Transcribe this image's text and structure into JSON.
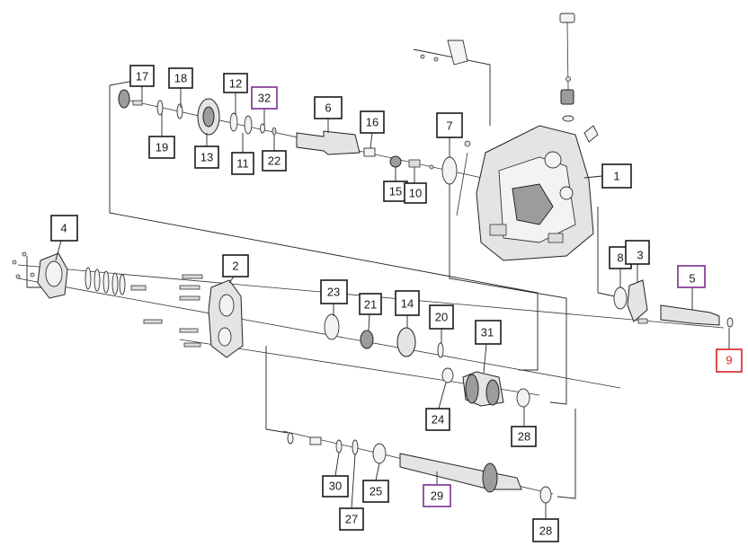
{
  "callouts": [
    {
      "label": "17",
      "style": "normal"
    },
    {
      "label": "18",
      "style": "normal"
    },
    {
      "label": "12",
      "style": "normal"
    },
    {
      "label": "32",
      "style": "purple"
    },
    {
      "label": "6",
      "style": "normal"
    },
    {
      "label": "16",
      "style": "normal"
    },
    {
      "label": "7",
      "style": "normal"
    },
    {
      "label": "19",
      "style": "normal"
    },
    {
      "label": "13",
      "style": "normal"
    },
    {
      "label": "11",
      "style": "normal"
    },
    {
      "label": "22",
      "style": "normal"
    },
    {
      "label": "15",
      "style": "normal"
    },
    {
      "label": "10",
      "style": "normal"
    },
    {
      "label": "1",
      "style": "normal"
    },
    {
      "label": "4",
      "style": "normal"
    },
    {
      "label": "2",
      "style": "normal"
    },
    {
      "label": "8",
      "style": "normal"
    },
    {
      "label": "3",
      "style": "normal"
    },
    {
      "label": "5",
      "style": "purple"
    },
    {
      "label": "9",
      "style": "red"
    },
    {
      "label": "23",
      "style": "normal"
    },
    {
      "label": "21",
      "style": "normal"
    },
    {
      "label": "14",
      "style": "normal"
    },
    {
      "label": "20",
      "style": "normal"
    },
    {
      "label": "31",
      "style": "normal"
    },
    {
      "label": "24",
      "style": "normal"
    },
    {
      "label": "28",
      "style": "normal"
    },
    {
      "label": "30",
      "style": "normal"
    },
    {
      "label": "25",
      "style": "normal"
    },
    {
      "label": "29",
      "style": "purple"
    },
    {
      "label": "27",
      "style": "normal"
    },
    {
      "label": "28",
      "style": "normal"
    }
  ],
  "colors": {
    "normal": "#1a1a1a",
    "purple": "#7b2d8e",
    "red": "#e02020",
    "background": "#ffffff"
  }
}
